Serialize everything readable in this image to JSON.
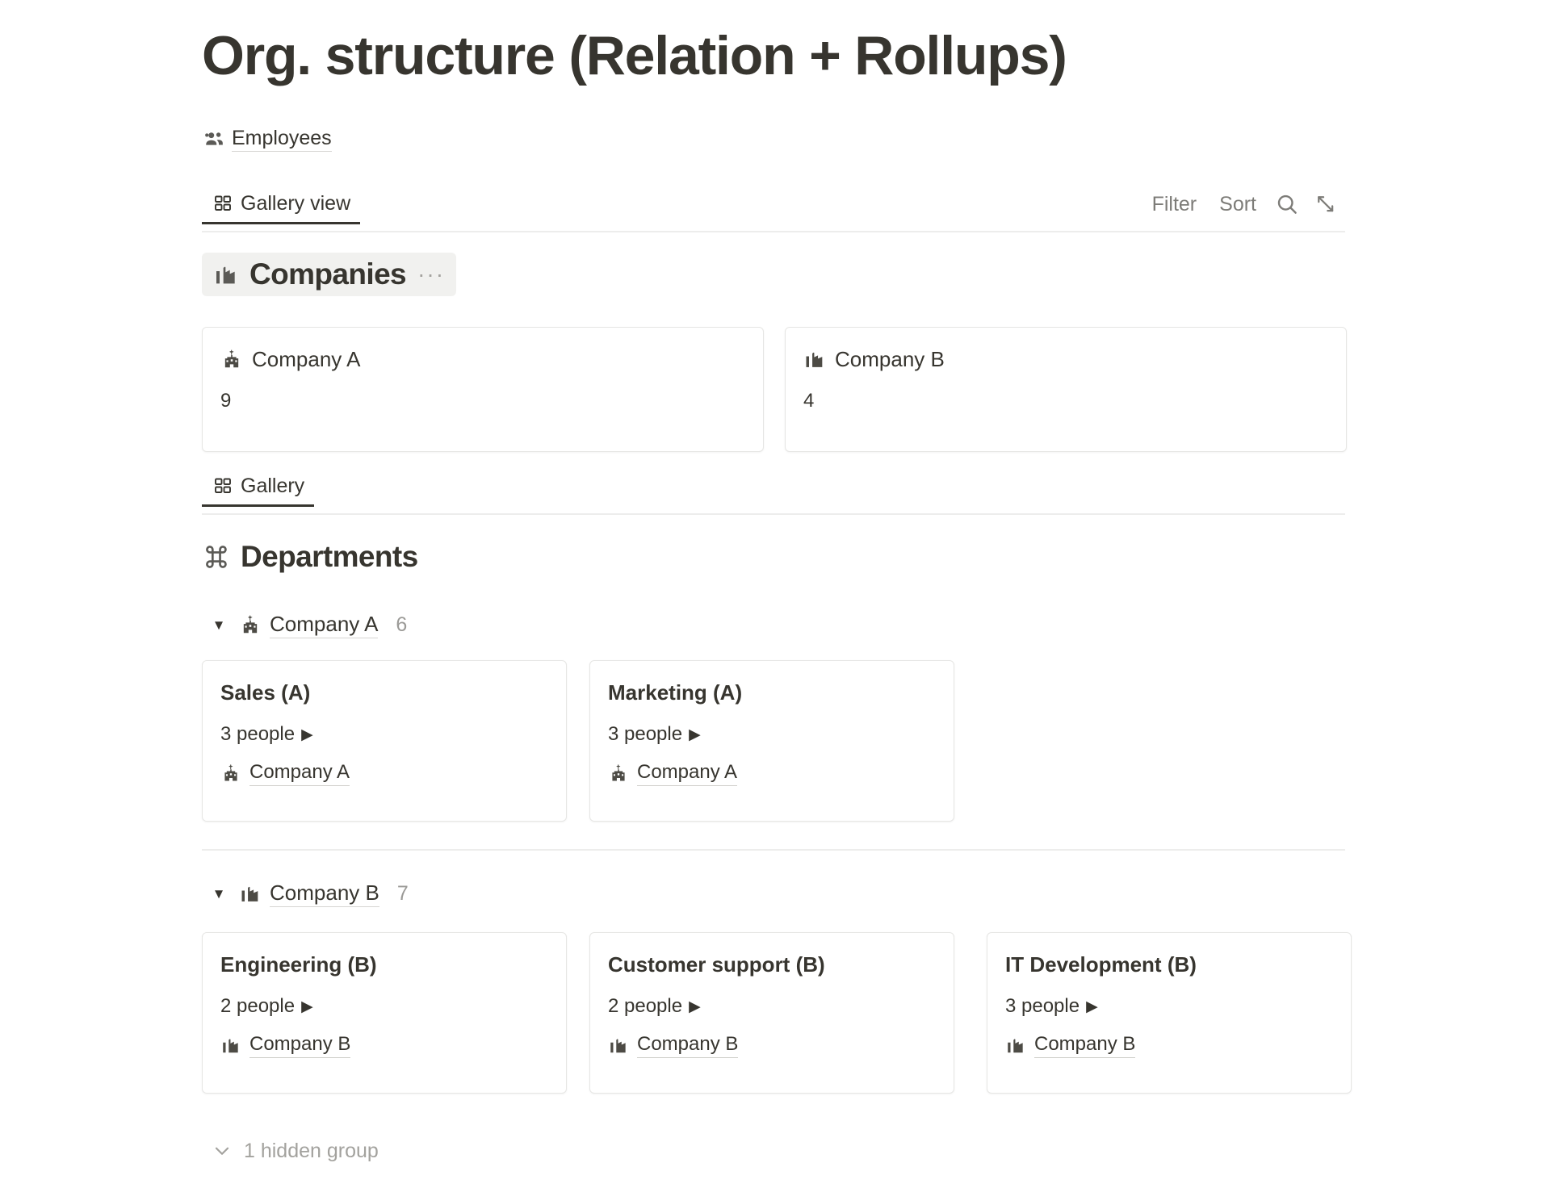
{
  "page": {
    "title": "Org. structure (Relation + Rollups)"
  },
  "source": {
    "icon": "people-group-icon",
    "label": "Employees"
  },
  "view_toolbar": {
    "tab": {
      "icon": "gallery-grid-icon",
      "label": "Gallery view"
    },
    "filter_label": "Filter",
    "sort_label": "Sort",
    "search_icon": "search-icon",
    "expand_icon": "expand-diagonal-icon"
  },
  "companies_section": {
    "icon": "cityscape-icon",
    "title": "Companies",
    "more_label": "···",
    "cards": [
      {
        "icon": "castle-building-icon",
        "title": "Company A",
        "value": "9"
      },
      {
        "icon": "cityscape-icon",
        "title": "Company B",
        "value": "4"
      }
    ]
  },
  "gallery_toolbar": {
    "tab": {
      "icon": "gallery-grid-icon",
      "label": "Gallery"
    }
  },
  "departments_section": {
    "icon": "command-loop-icon",
    "title": "Departments",
    "groups": [
      {
        "toggle": "▼",
        "icon": "castle-building-icon",
        "label": "Company A",
        "count": "6",
        "cards": [
          {
            "title": "Sales (A)",
            "people": "3 people",
            "caret": "▶",
            "relation_icon": "castle-building-icon",
            "relation": "Company A"
          },
          {
            "title": "Marketing (A)",
            "people": "3 people",
            "caret": "▶",
            "relation_icon": "castle-building-icon",
            "relation": "Company A"
          }
        ]
      },
      {
        "toggle": "▼",
        "icon": "cityscape-icon",
        "label": "Company B",
        "count": "7",
        "cards": [
          {
            "title": "Engineering (B)",
            "people": "2 people",
            "caret": "▶",
            "relation_icon": "cityscape-icon",
            "relation": "Company B"
          },
          {
            "title": "Customer support (B)",
            "people": "2 people",
            "caret": "▶",
            "relation_icon": "cityscape-icon",
            "relation": "Company B"
          },
          {
            "title": "IT Development (B)",
            "people": "3 people",
            "caret": "▶",
            "relation_icon": "cityscape-icon",
            "relation": "Company B"
          }
        ]
      }
    ],
    "hidden_group": {
      "icon": "chevron-down-icon",
      "label": "1 hidden group"
    }
  },
  "colors": {
    "text": "#37352f",
    "muted": "#9b9a97",
    "border": "#e6e6e4",
    "highlight": "#f1f1ef"
  }
}
